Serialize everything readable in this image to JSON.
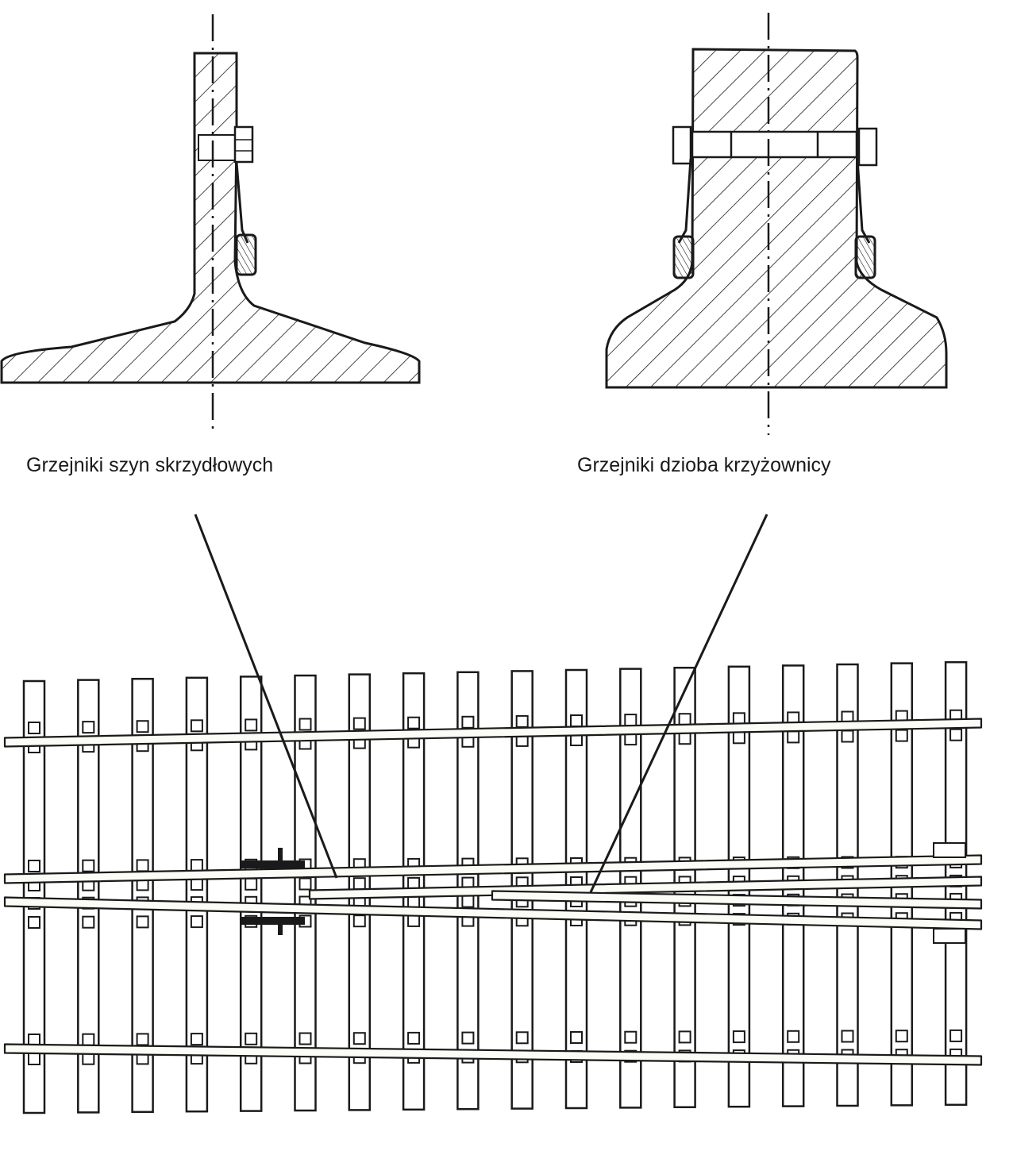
{
  "figure": {
    "left_section": {
      "label": "Grzejniki szyn skrzydłowych",
      "depicts": "wing rail cross-section with heater clamped to web"
    },
    "right_section": {
      "label": "Grzejniki dzioba krzyżownicy",
      "depicts": "frog nose cross-section with heaters on both sides"
    },
    "track_plan": {
      "depicts": "turnout crossing plan view with sleepers and rails",
      "sleeper_count": 18
    }
  },
  "colors": {
    "ink": "#1a1a1a",
    "paper": "#ffffff",
    "rail_fill": "#fbfcf6"
  }
}
